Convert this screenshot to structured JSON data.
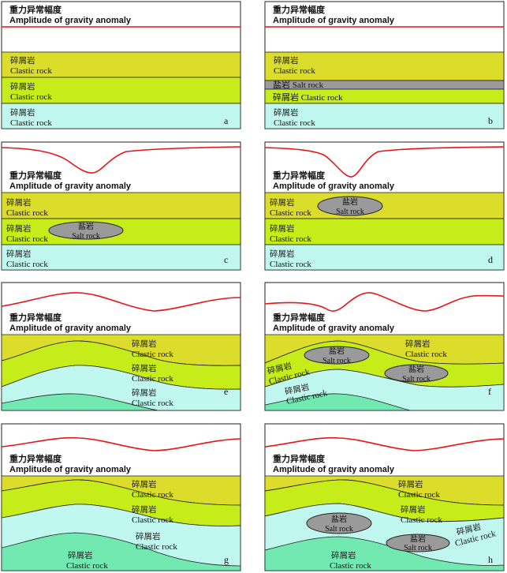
{
  "colors": {
    "yellow": "#dcdc2a",
    "lime": "#c6ec1a",
    "cyan": "#c0f7ef",
    "green": "#72e9b0",
    "salt": "#9a9a9a",
    "curve": "#e8141a",
    "line": "#222222"
  },
  "labels": {
    "gravity_zh": "重力异常幅度",
    "gravity_en": "Amplitude of gravity anomaly",
    "clastic_zh": "碎屑岩",
    "clastic_en": "Clastic rock",
    "salt_zh": "盐岩",
    "salt_en": "Salt rock",
    "salt_inline": "盐岩 Salt rock",
    "clastic_inline": "碎屑岩 Clastic rock"
  },
  "panels": [
    {
      "letter": "a"
    },
    {
      "letter": "b"
    },
    {
      "letter": "c"
    },
    {
      "letter": "d"
    },
    {
      "letter": "e"
    },
    {
      "letter": "f"
    },
    {
      "letter": "g"
    },
    {
      "letter": "h"
    }
  ]
}
